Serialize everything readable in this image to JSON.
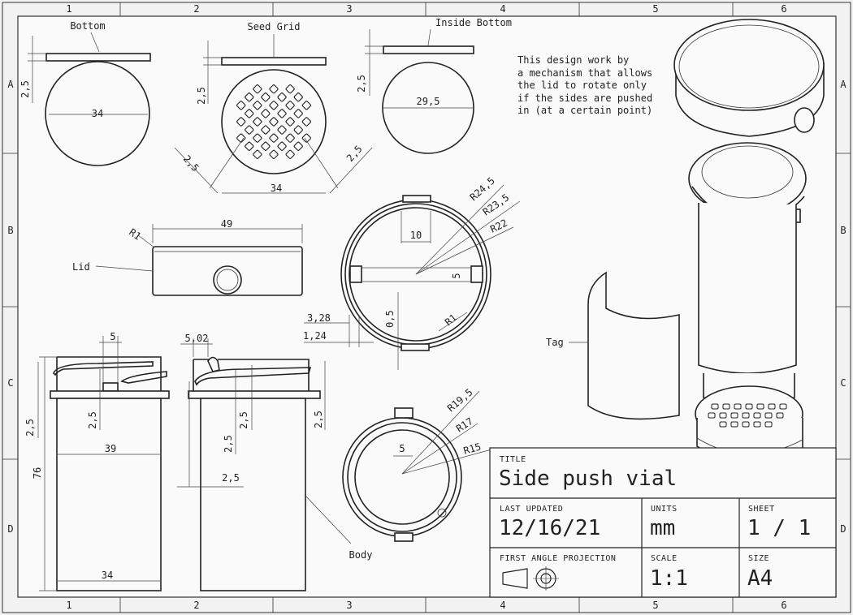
{
  "grid": {
    "columns": [
      "1",
      "2",
      "3",
      "4",
      "5",
      "6"
    ],
    "rows": [
      "A",
      "B",
      "C",
      "D"
    ]
  },
  "views": {
    "bottom": {
      "label": "Bottom",
      "dim_thk": "2,5",
      "dim_dia": "34"
    },
    "seed_grid": {
      "label": "Seed Grid",
      "dim_thk": "2,5",
      "dim_dia": "34",
      "dim_left": "2,5",
      "dim_right": "2,5"
    },
    "inside_bottom": {
      "label": "Inside Bottom",
      "dim_thk": "2,5",
      "dim_dia": "29,5"
    },
    "lid": {
      "label": "Lid",
      "dim_width": "49",
      "dim_radius": "R1"
    },
    "top_ring": {
      "r1": "R24,5",
      "r2": "R23,5",
      "r3": "R22",
      "w": "10",
      "h": "5",
      "a": "3,28",
      "b": "1,24",
      "c": "0,5",
      "r4": "R1"
    },
    "body_ring": {
      "r1": "R19,5",
      "r2": "R17",
      "r3": "R15",
      "w": "5"
    },
    "side_left": {
      "d5": "5",
      "d25a": "2,5",
      "d25b": "2,5",
      "d39": "39",
      "d76": "76",
      "d34": "34"
    },
    "side_right": {
      "d502": "5,02",
      "d25a": "2,5",
      "d25b": "2,5",
      "d25c": "2,5",
      "d25d": "2,5",
      "body": "Body"
    },
    "tag": {
      "label": "Tag"
    }
  },
  "note": [
    "This design work by",
    "a mechanism that allows",
    "the lid to rotate only",
    "if the sides are pushed",
    "in (at a certain point)"
  ],
  "title_block": {
    "title_label": "TITLE",
    "title": "Side push vial",
    "updated_label": "LAST UPDATED",
    "updated": "12/16/21",
    "units_label": "UNITS",
    "units": "mm",
    "sheet_label": "SHEET",
    "sheet": "1 / 1",
    "projection_label": "FIRST ANGLE PROJECTION",
    "scale_label": "SCALE",
    "scale": "1:1",
    "size_label": "SIZE",
    "size": "A4"
  }
}
